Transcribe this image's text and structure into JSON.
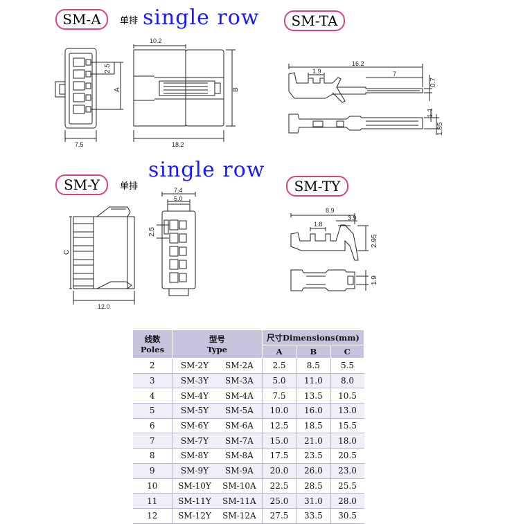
{
  "header_top": {
    "label_a": "SM-A",
    "cn_a": "单排",
    "big_a": "single row",
    "label_ta": "SM-TA"
  },
  "header_mid": {
    "label_y": "SM-Y",
    "cn_y": "单排",
    "big_y": "single row",
    "label_ty": "SM-TY"
  },
  "dims": {
    "sma_width": "7.5",
    "sma_top": "10.2",
    "sma_pitch": "2.5",
    "sma_a": "A",
    "sma_len": "18.2",
    "sma_b": "B",
    "smta_len": "16.2",
    "smta_19": "1.9",
    "smta_7": "7",
    "smta_07": "0.7",
    "smta_11": "1.1",
    "smta_185": "1.85",
    "smy_c": "C",
    "smy_12": "12.0",
    "smy_74": "7.4",
    "smy_50": "5.0",
    "smy_25": "2.5",
    "smty_89": "8.9",
    "smty_18": "1.8",
    "smty_39": "3.9",
    "smty_295": "2.95",
    "smty_19": "1.9"
  },
  "table": {
    "h_poles_cn": "线数",
    "h_poles_en": "Poles",
    "h_type_cn": "型号",
    "h_type_en": "Type",
    "h_dim": "尺寸Dimensions(mm)",
    "h_a": "A",
    "h_b": "B",
    "h_c": "C",
    "rows": [
      {
        "poles": "2",
        "y": "SM-2Y",
        "a_type": "SM-2A",
        "a": "2.5",
        "b": "8.5",
        "c": "5.5"
      },
      {
        "poles": "3",
        "y": "SM-3Y",
        "a_type": "SM-3A",
        "a": "5.0",
        "b": "11.0",
        "c": "8.0"
      },
      {
        "poles": "4",
        "y": "SM-4Y",
        "a_type": "SM-4A",
        "a": "7.5",
        "b": "13.5",
        "c": "10.5"
      },
      {
        "poles": "5",
        "y": "SM-5Y",
        "a_type": "SM-5A",
        "a": "10.0",
        "b": "16.0",
        "c": "13.0"
      },
      {
        "poles": "6",
        "y": "SM-6Y",
        "a_type": "SM-6A",
        "a": "12.5",
        "b": "18.5",
        "c": "15.5"
      },
      {
        "poles": "7",
        "y": "SM-7Y",
        "a_type": "SM-7A",
        "a": "15.0",
        "b": "21.0",
        "c": "18.0"
      },
      {
        "poles": "8",
        "y": "SM-8Y",
        "a_type": "SM-8A",
        "a": "17.5",
        "b": "23.5",
        "c": "20.5"
      },
      {
        "poles": "9",
        "y": "SM-9Y",
        "a_type": "SM-9A",
        "a": "20.0",
        "b": "26.0",
        "c": "23.0"
      },
      {
        "poles": "10",
        "y": "SM-10Y",
        "a_type": "SM-10A",
        "a": "22.5",
        "b": "28.5",
        "c": "25.5"
      },
      {
        "poles": "11",
        "y": "SM-11Y",
        "a_type": "SM-11A",
        "a": "25.0",
        "b": "31.0",
        "c": "28.0"
      },
      {
        "poles": "12",
        "y": "SM-12Y",
        "a_type": "SM-12A",
        "a": "27.5",
        "b": "33.5",
        "c": "30.5"
      }
    ]
  }
}
